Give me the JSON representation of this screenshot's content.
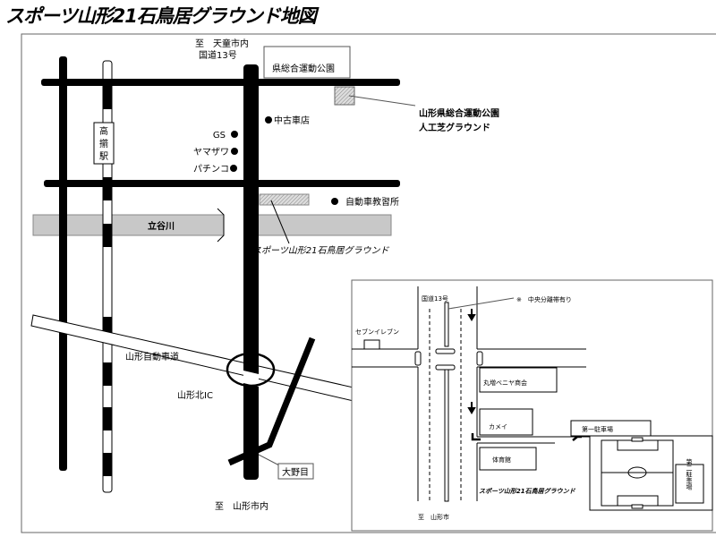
{
  "title": "スポーツ山形21石鳥居グラウンド地図",
  "main_map": {
    "north_direction": "至　天童市内",
    "route_label": "国道13号",
    "park_box_label": "県総合運動公園",
    "turf_ground_label_line1": "山形県総合運動公園",
    "turf_ground_label_line2": "人工芝グラウンド",
    "station_label": "高擶駅",
    "landmarks": [
      "GS",
      "ヤマザワ",
      "パチンコ",
      "中古車店",
      "自動車教習所"
    ],
    "river_label": "立谷川",
    "ground_label": "スポーツ山形21石鳥居グラウンド",
    "expressway_label": "山形自動車道",
    "ic_label": "山形北IC",
    "intersection_label": "大野目",
    "south_direction": "至　山形市内"
  },
  "inset_map": {
    "route_label": "国道13号",
    "median_note": "※　中央分離帯有り",
    "convenience_store": "セブンイレブン",
    "buildings": [
      "丸増ベニヤ商会",
      "カメイ",
      "体育館"
    ],
    "parking_1": "第一駐車場",
    "parking_2": "第二駐車場",
    "ground_label": "スポーツ山形21石鳥居グラウンド",
    "south_direction": "至　山形市"
  }
}
